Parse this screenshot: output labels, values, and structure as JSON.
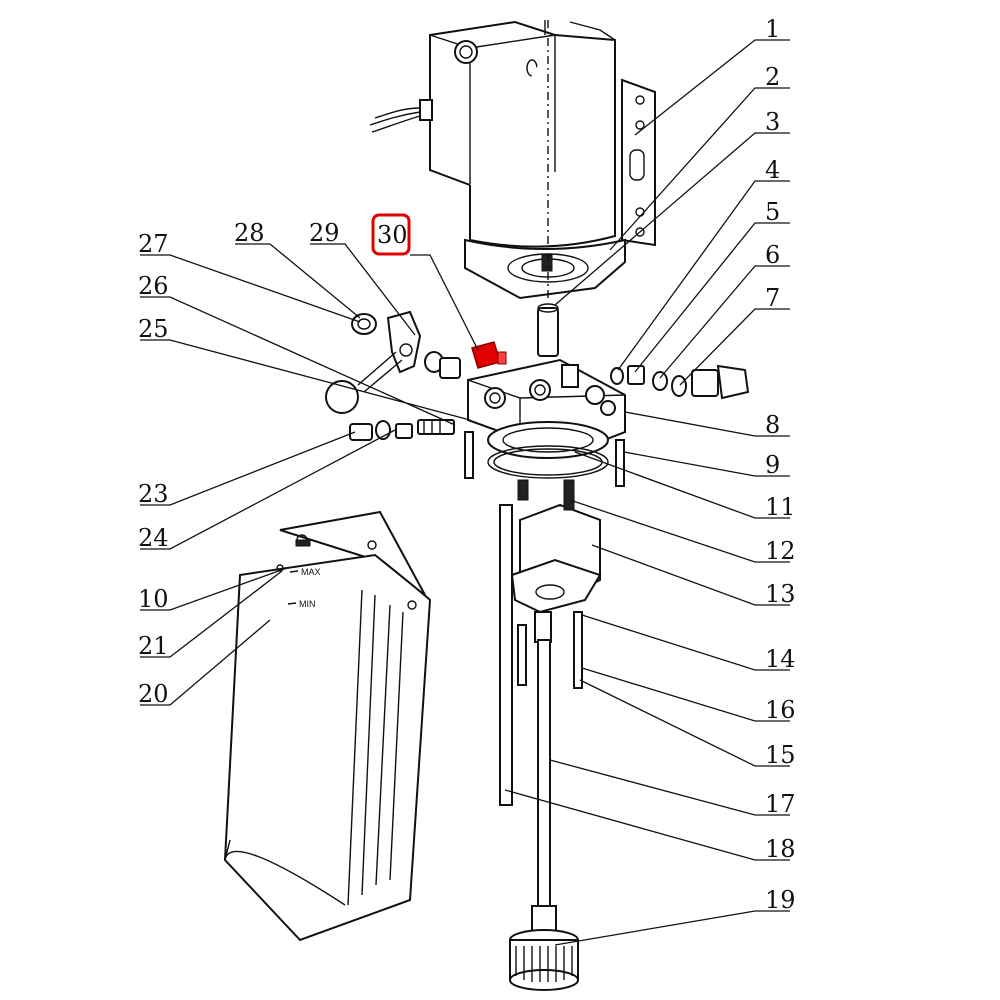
{
  "diagram": {
    "highlight_color": "#e00000",
    "highlighted_part": "30",
    "tank_marks": {
      "max": "MAX",
      "min": "MIN"
    },
    "labels": [
      "1",
      "2",
      "3",
      "4",
      "5",
      "6",
      "7",
      "8",
      "9",
      "11",
      "12",
      "13",
      "14",
      "16",
      "15",
      "17",
      "18",
      "19",
      "27",
      "28",
      "29",
      "30",
      "26",
      "25",
      "23",
      "24",
      "10",
      "21",
      "20"
    ]
  }
}
